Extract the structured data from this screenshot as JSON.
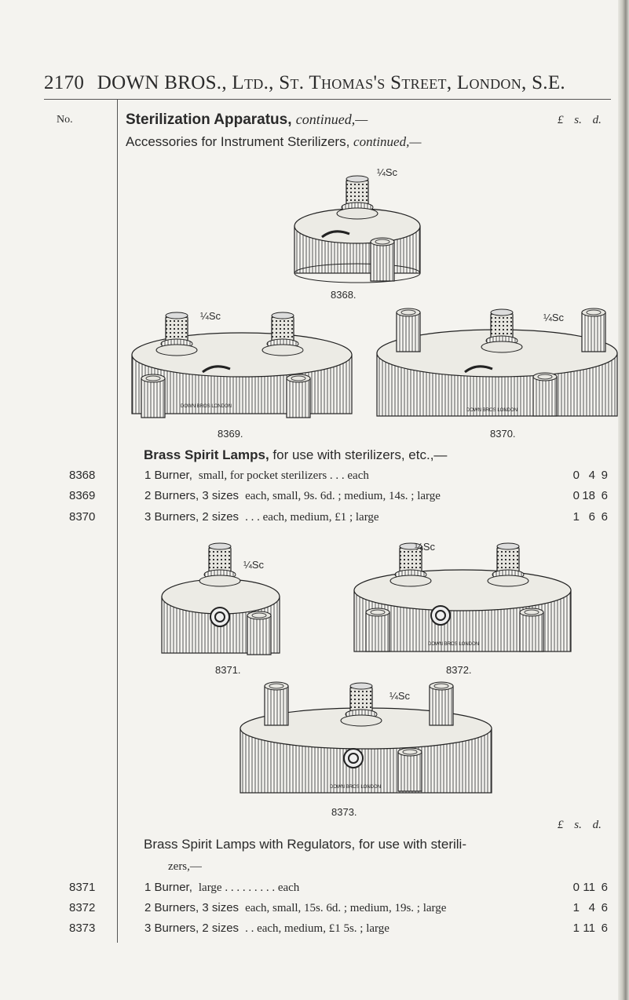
{
  "header": {
    "page_number": "2170",
    "title": "DOWN BROS., Ltd., St. Thomas's Street, London, S.E."
  },
  "column_heading": "No.",
  "section": {
    "title": "Sterilization Apparatus,",
    "title_italic": "continued,—",
    "subtitle": "Accessories for Instrument Sterilizers,",
    "subtitle_italic": "continued,—",
    "currency_header": "£ s. d."
  },
  "figures": [
    {
      "label": "8368.",
      "mark": "¼Sc"
    },
    {
      "label": "8369.",
      "mark": "¼Sc"
    },
    {
      "label": "8370.",
      "mark": "¼Sc"
    },
    {
      "label": "8371.",
      "mark": "¼Sc"
    },
    {
      "label": "8372.",
      "mark": "¼Sc"
    },
    {
      "label": "8373.",
      "mark": "¼Sc"
    }
  ],
  "engraved_text": "DOWN BROS LONDON",
  "group1": {
    "heading": "Brass Spirit Lamps,",
    "heading_rest": "for use with sterilizers, etc.,—",
    "items": [
      {
        "no": "8368",
        "qty": "1 Burner,",
        "desc": "small, for pocket sterilizers . . . each",
        "price": [
          "0",
          "4",
          "9"
        ]
      },
      {
        "no": "8369",
        "qty": "2 Burners, 3 sizes",
        "desc": "each, small, 9s. 6d. ; medium, 14s. ; large",
        "price": [
          "0",
          "18",
          "6"
        ]
      },
      {
        "no": "8370",
        "qty": "3 Burners, 2 sizes",
        "desc": ". . . each, medium, £1 ; large",
        "price": [
          "1",
          "6",
          "6"
        ]
      }
    ]
  },
  "group2": {
    "currency_header": "£ s. d.",
    "heading": "Brass Spirit Lamps with Regulators,",
    "heading_rest": "for use with sterili-",
    "heading_cont": "zers,—",
    "items": [
      {
        "no": "8371",
        "qty": "1 Burner,",
        "desc": "large . . . . . . . . . each",
        "price": [
          "0",
          "11",
          "6"
        ]
      },
      {
        "no": "8372",
        "qty": "2 Burners, 3 sizes",
        "desc": "each, small, 15s. 6d. ; medium, 19s. ; large",
        "price": [
          "1",
          "4",
          "6"
        ]
      },
      {
        "no": "8373",
        "qty": "3 Burners, 2 sizes",
        "desc": ". . each, medium, £1 5s. ; large",
        "price": [
          "1",
          "11",
          "6"
        ]
      }
    ]
  }
}
